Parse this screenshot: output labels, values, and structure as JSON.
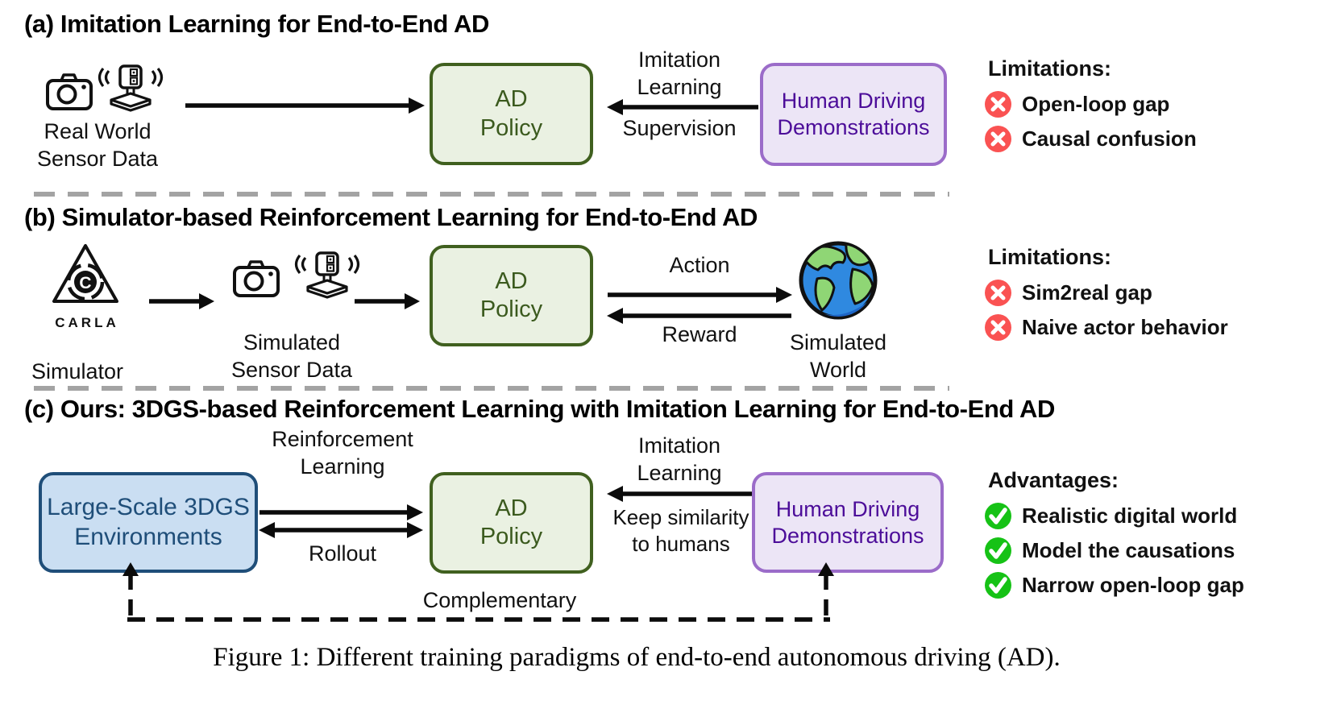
{
  "colors": {
    "policy_fill": "#eaf1e2",
    "policy_border": "#40601f",
    "policy_text": "#3b5a1e",
    "demo_fill": "#ece5f6",
    "demo_border": "#9b6cc9",
    "demo_text": "#4c0d99",
    "env_fill": "#cadef2",
    "env_border": "#1f4e79",
    "env_text": "#1f4e79",
    "cross_badge": "#fa5252",
    "check_badge": "#16c216",
    "separator": "#a3a3a3"
  },
  "panels": {
    "a": {
      "title": "(a) Imitation Learning for End-to-End AD",
      "source": {
        "line1": "Real World",
        "line2": "Sensor Data"
      },
      "policy": {
        "line1": "AD",
        "line2": "Policy"
      },
      "flow": {
        "top1": "Imitation",
        "top2": "Learning",
        "bottom": "Supervision"
      },
      "demo": {
        "line1": "Human Driving",
        "line2": "Demonstrations"
      },
      "notes": {
        "header": "Limitations:",
        "items": [
          {
            "icon": "cross",
            "text": "Open-loop gap"
          },
          {
            "icon": "cross",
            "text": "Causal confusion"
          }
        ]
      }
    },
    "b": {
      "title": "(b) Simulator-based Reinforcement Learning for End-to-End AD",
      "carla": {
        "letter": "C",
        "word": "CARLA"
      },
      "simulator_label": "Simulator",
      "sensor": {
        "line1": "Simulated",
        "line2": "Sensor Data"
      },
      "policy": {
        "line1": "AD",
        "line2": "Policy"
      },
      "flow": {
        "top": "Action",
        "bottom": "Reward"
      },
      "world": {
        "line1": "Simulated",
        "line2": "World"
      },
      "notes": {
        "header": "Limitations:",
        "items": [
          {
            "icon": "cross",
            "text": "Sim2real gap"
          },
          {
            "icon": "cross",
            "text": "Naive actor behavior"
          }
        ]
      }
    },
    "c": {
      "title": "(c) Ours: 3DGS-based Reinforcement Learning with Imitation Learning for End-to-End AD",
      "env": {
        "line1": "Large-Scale 3DGS",
        "line2": "Environments"
      },
      "rl_flow": {
        "top1": "Reinforcement",
        "top2": "Learning",
        "bottom": "Rollout"
      },
      "policy": {
        "line1": "AD",
        "line2": "Policy"
      },
      "il_flow": {
        "top1": "Imitation",
        "top2": "Learning",
        "bottom1": "Keep similarity",
        "bottom2": "to humans"
      },
      "demo": {
        "line1": "Human Driving",
        "line2": "Demonstrations"
      },
      "complementary_label": "Complementary",
      "notes": {
        "header": "Advantages:",
        "items": [
          {
            "icon": "check",
            "text": "Realistic digital world"
          },
          {
            "icon": "check",
            "text": "Model the causations"
          },
          {
            "icon": "check",
            "text": "Narrow open-loop gap"
          }
        ]
      }
    }
  },
  "caption": "Figure 1: Different training paradigms of end-to-end autonomous driving (AD)."
}
